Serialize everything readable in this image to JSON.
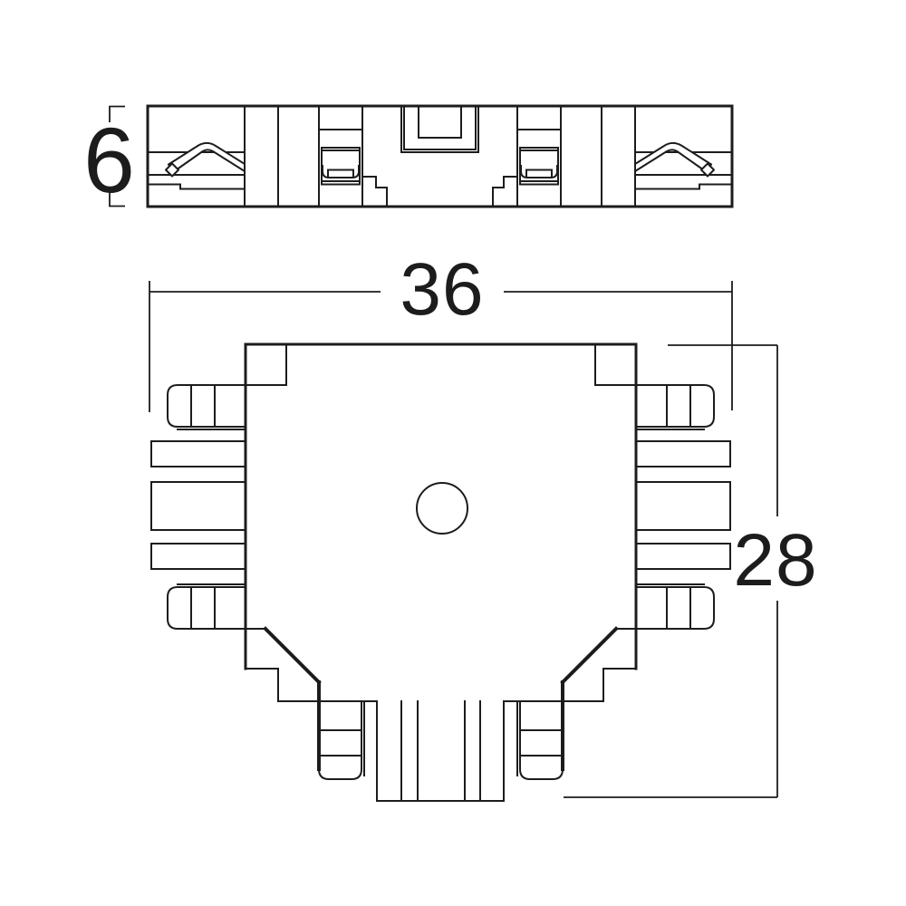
{
  "drawing": {
    "kind": "technical-drawing-two-views",
    "colors": {
      "ink": "#1c1c1c",
      "paper": "#ffffff"
    },
    "views": {
      "side": {
        "name": "side-elevation",
        "thickness_dim": {
          "value": "6"
        }
      },
      "plan": {
        "name": "plan-view",
        "width_dim": {
          "value": "36"
        },
        "height_dim": {
          "value": "28"
        }
      }
    }
  }
}
